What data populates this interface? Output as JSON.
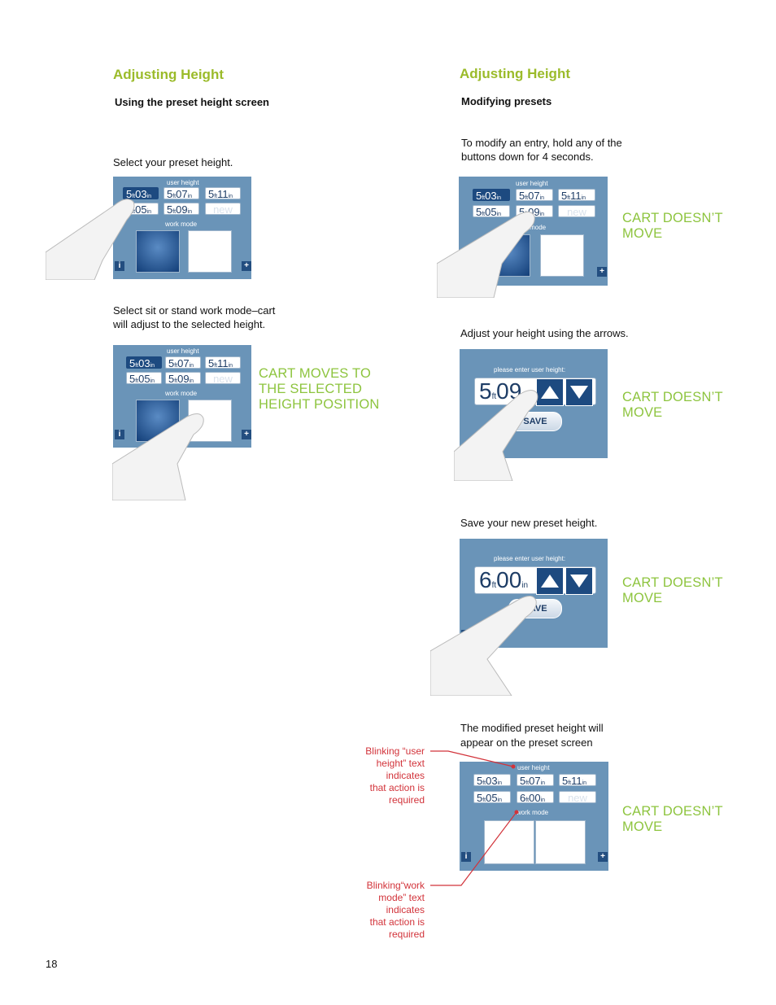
{
  "left": {
    "heading": "Adjusting Height",
    "subheading": "Using the preset height screen",
    "step1_text": "Select your preset height.",
    "step2_text_line1": "Select sit or stand work mode–cart",
    "step2_text_line2": "will adjust to the selected height.",
    "step2_callout": [
      "CART MOVES TO",
      "THE SELECTED",
      "HEIGHT POSITION"
    ]
  },
  "right": {
    "heading": "Adjusting Height",
    "subheading": "Modifying presets",
    "step1_text_line1": "To modify an entry, hold any of the",
    "step1_text_line2": "buttons down for 4 seconds.",
    "step2_text": "Adjust your height using the arrows.",
    "step3_text": "Save your new preset height.",
    "step4_text_line1": "The modified preset height will",
    "step4_text_line2": "appear on the preset screen",
    "callout": [
      "CART DOESN’T",
      "MOVE"
    ]
  },
  "notes": {
    "user_height": [
      "Blinking “user",
      "height” text",
      "indicates",
      "that action is",
      "required"
    ],
    "work_mode": [
      "Blinking“work",
      "mode” text",
      "indicates",
      "that action is",
      "required"
    ]
  },
  "screen": {
    "user_height_label": "user height",
    "work_mode_label": "work mode",
    "enter_label": "please enter user height:",
    "new_label": "new",
    "save_label": "SAVE",
    "info_icon_glyph": "i",
    "plus_icon_glyph": "+",
    "ft_unit": "ft",
    "in_unit": "in",
    "presets": [
      {
        "ft": "5",
        "in": "03"
      },
      {
        "ft": "5",
        "in": "07"
      },
      {
        "ft": "5",
        "in": "11"
      },
      {
        "ft": "5",
        "in": "05"
      },
      {
        "ft": "5",
        "in": "09"
      }
    ],
    "modified_preset": {
      "ft": "6",
      "in": "00"
    },
    "entry_adjust": {
      "ft": "5",
      "in": "09"
    },
    "entry_save": {
      "ft": "6",
      "in": "00"
    }
  },
  "page_number": "18",
  "colors": {
    "heading": "#9bbb2a",
    "callout": "#8dc43e",
    "note": "#d2333a",
    "screen": "#6a94b8",
    "selected": "#1d4a80"
  }
}
